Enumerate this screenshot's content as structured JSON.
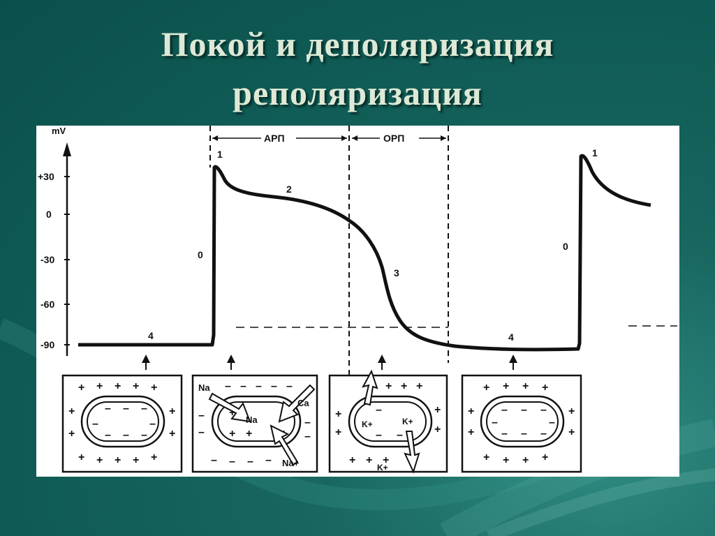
{
  "title": {
    "line1": "Покой и деполяризация",
    "line2": "реполяризация"
  },
  "diagram": {
    "y_unit": "mV",
    "y_ticks": [
      "+30",
      "0",
      "-30",
      "-60",
      "-90"
    ],
    "periods": {
      "arp": "АРП",
      "orp": "ОРП"
    },
    "phase_labels": {
      "p1": "1",
      "p2": "2",
      "p3": "3",
      "p0": "0",
      "p4": "4"
    },
    "ions": {
      "na": "Na",
      "na_plus": "Na+",
      "ca": "Ca",
      "k": "K+",
      "k_out": "K+"
    }
  }
}
